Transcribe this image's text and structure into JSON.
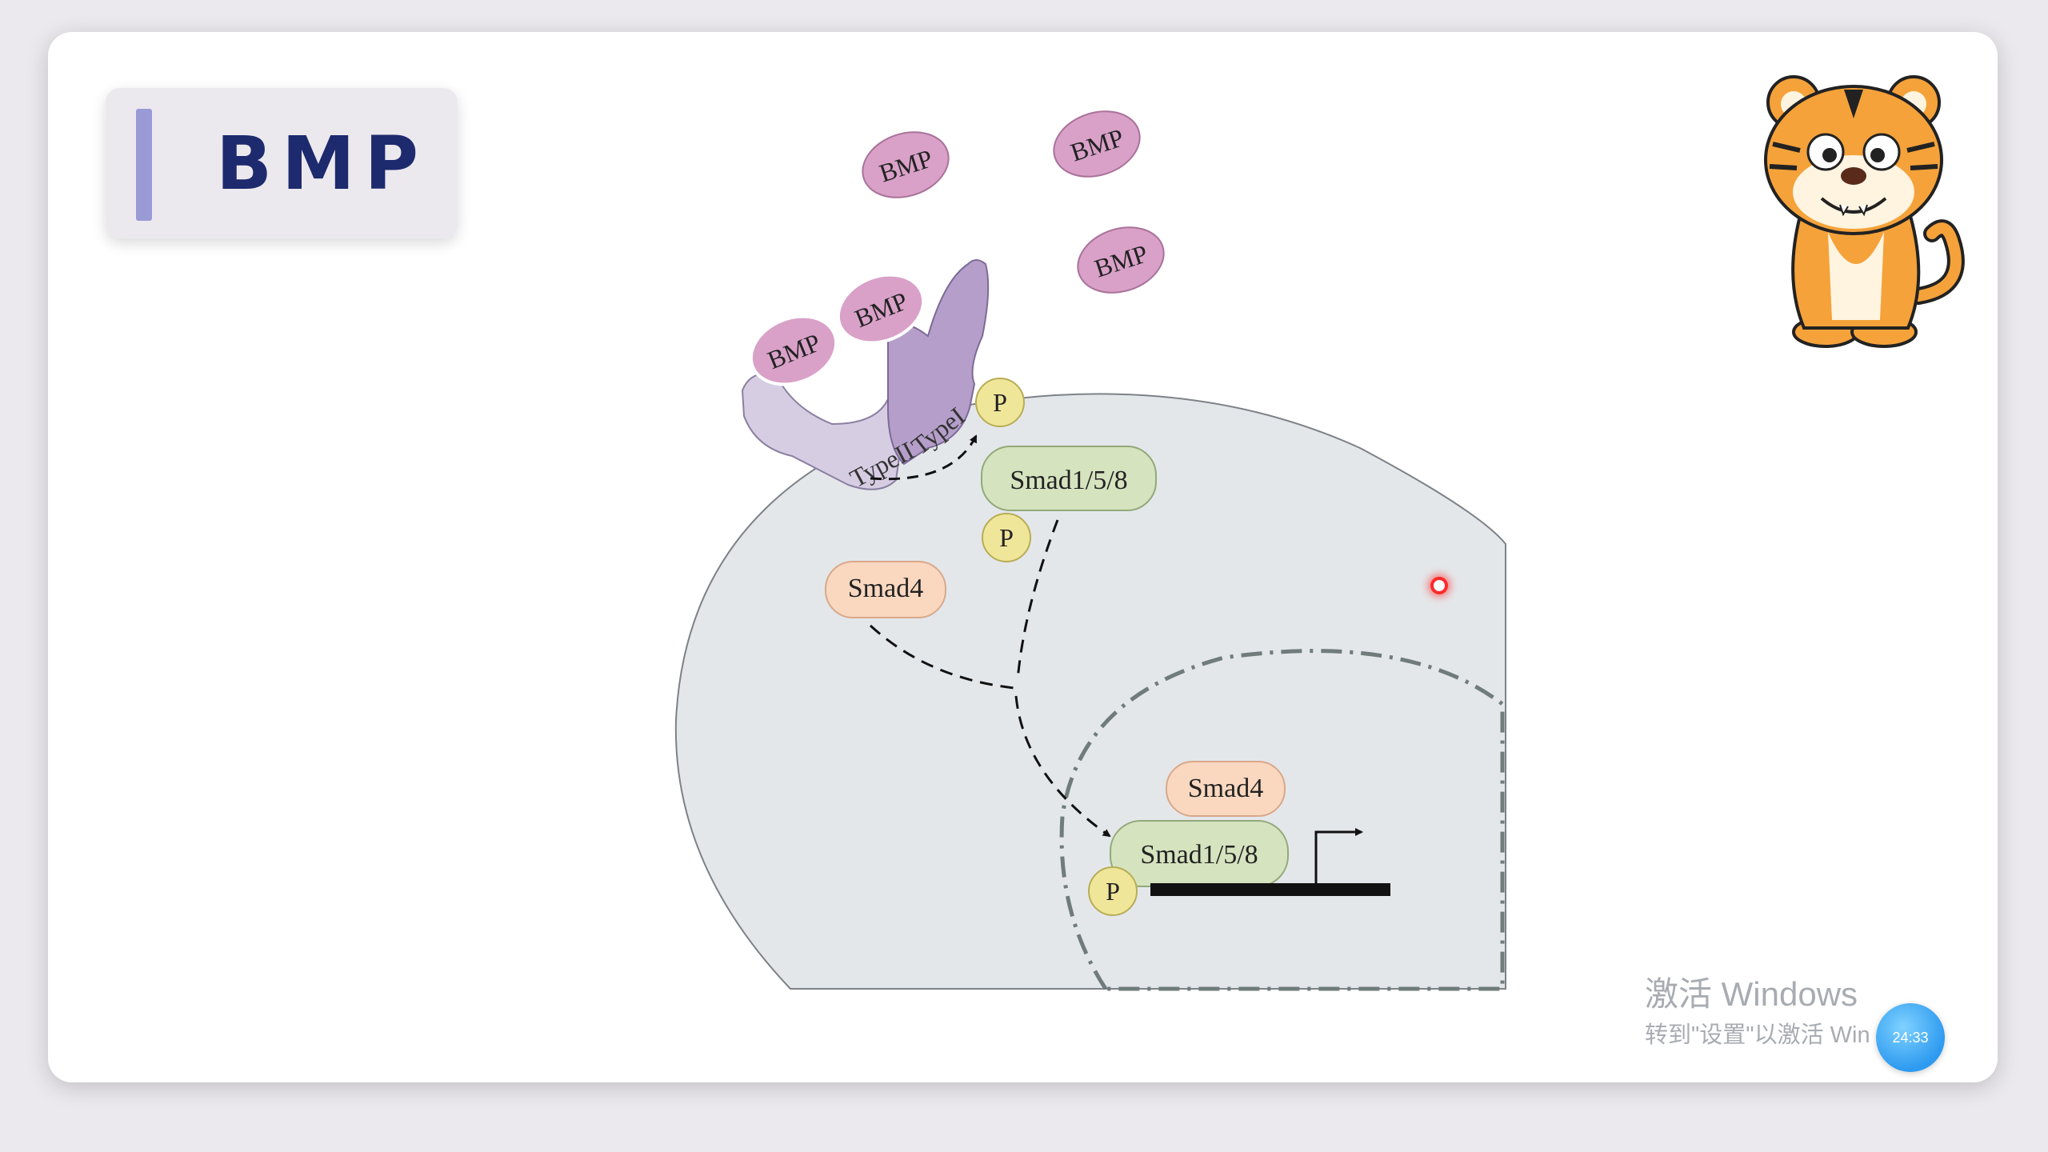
{
  "slide": {
    "title": "BMP"
  },
  "diagram": {
    "ligands": [
      "BMP",
      "BMP",
      "BMP",
      "BMP",
      "BMP"
    ],
    "receptors": {
      "type2": "TypeII",
      "type1": "TypeI"
    },
    "phospho": [
      "P",
      "P",
      "P"
    ],
    "smad158": "Smad1/5/8",
    "smad4": "Smad4",
    "nuclear_smad4": "Smad4",
    "nuclear_smad158": "Smad1/5/8"
  },
  "colors": {
    "bmp": "#d9a1c8",
    "type2": "#d7cde3",
    "type1": "#b59fca",
    "phospho": "#f0e69a",
    "smad158": "#d5e3bf",
    "smad4": "#fad8c0",
    "cell": "#e4e7ea",
    "title": "#1e2a6e"
  },
  "overlay": {
    "watermark_title": "激活 Windows",
    "watermark_sub": "转到\"设置\"以激活 Win",
    "clock": "24:33"
  },
  "icons": {
    "mascot": "tiger-cartoon-icon",
    "pointer": "laser-pointer-icon"
  }
}
